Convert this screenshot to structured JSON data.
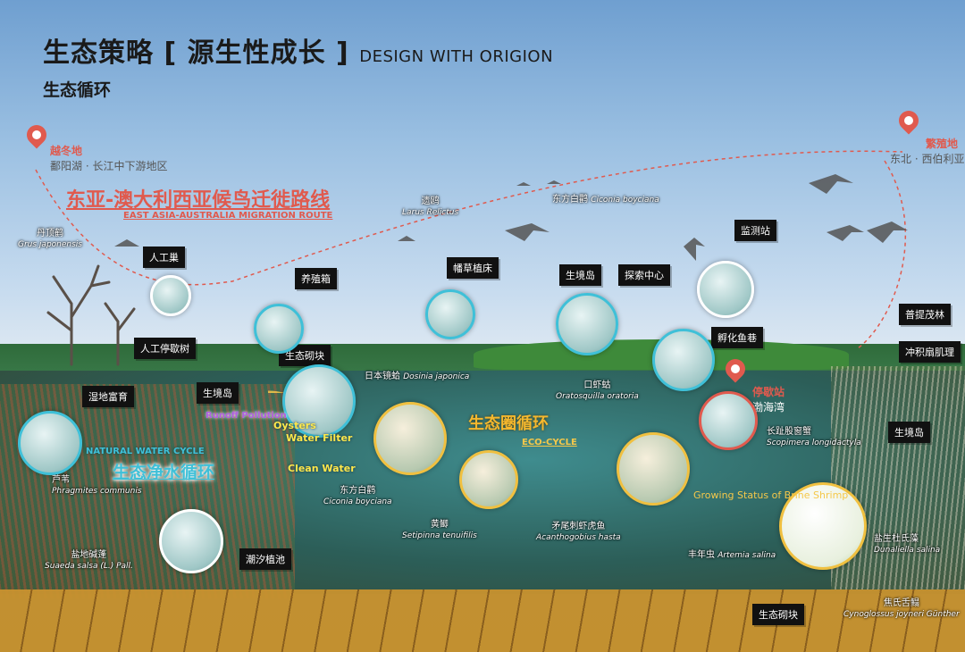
{
  "header": {
    "title_cn": "生态策略 [ 源生性成长 ]",
    "title_en": "DESIGN WITH ORIGION",
    "subtitle": "生态循环"
  },
  "places": {
    "wintering_title": "越冬地",
    "wintering_sub": "鄱阳湖 · 长江中下游地区",
    "breeding_title": "繁殖地",
    "breeding_sub": "东北 · 西伯利亚",
    "stopover_title": "停歇站",
    "stopover_sub": "渤海湾"
  },
  "route": {
    "cn": "东亚-澳大利西亚候鸟迁徙路线",
    "en": "EAST ASIA-AUSTRALIA MIGRATION ROUTE"
  },
  "tags": {
    "nest": "人工巢",
    "perch": "人工停歇树",
    "breeding_box": "养殖箱",
    "wetland": "湿地富育",
    "eco_block_1": "生态砌块",
    "eco_block_2": "生态砌块",
    "bio_island_1": "生境岛",
    "bio_island_2": "生境岛",
    "bio_island_3": "生境岛",
    "mat": "幡草植床",
    "explore": "探索中心",
    "monitor": "监测站",
    "hatch": "孵化鱼巷",
    "beach": "普提茂林",
    "fan": "冲积扇肌理",
    "tidal": "潮汐植池"
  },
  "species": {
    "grus": {
      "cn": "丹顶鹤",
      "la": "Grus japonensis"
    },
    "larus": {
      "cn": "遗鸥",
      "la": "Larus Relictus"
    },
    "ciconia_sky": {
      "cn": "东方白鹳",
      "la": "Ciconia boyciana"
    },
    "dosinia": {
      "cn": "日本镜蛤",
      "la": "Dosinia japonica"
    },
    "oratosquilla": {
      "cn": "口虾蛄",
      "la": "Oratosquilla oratoria"
    },
    "scopimera": {
      "cn": "长趾股窗蟹",
      "la": "Scopimera longidactyla"
    },
    "phragmites": {
      "cn": "芦苇",
      "la": "Phragmites communis"
    },
    "ciconia_water": {
      "cn": "东方白鹳",
      "la": "Ciconia boyciana"
    },
    "setipinna": {
      "cn": "黄鲫",
      "la": "Setipinna tenuifilis"
    },
    "acanthogobius": {
      "cn": "矛尾刺虾虎鱼",
      "la": "Acanthogobius hasta"
    },
    "artemia": {
      "cn": "丰年虫",
      "la": "Artemia salina"
    },
    "dunaliella": {
      "cn": "盐生杜氏藻",
      "la": "Dunaliella salina"
    },
    "suaeda": {
      "cn": "盐地碱蓬",
      "la": "Suaeda salsa (L.) Pall."
    },
    "cynoglossus": {
      "cn": "焦氏舌鳎",
      "la": "Cynoglossus joyneri Günther"
    }
  },
  "cycles": {
    "water_en": "NATURAL WATER CYCLE",
    "water_cn": "生态净水循环",
    "eco_cn": "生态圈循环",
    "eco_en": "ECO-CYCLE",
    "runoff": "Runoff Pollution",
    "oysters": "Oysters",
    "filter": "Water Filter",
    "clean": "Clean Water",
    "growing": "Growing Status of Brine Shrimp"
  },
  "colors": {
    "accent_red": "#e05a4e",
    "accent_cyan": "#3fc0d8",
    "accent_yellow": "#f5b82e"
  }
}
